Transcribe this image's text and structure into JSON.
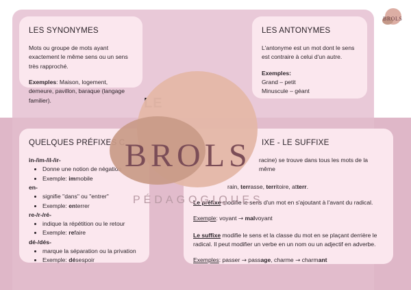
{
  "synonymes": {
    "title": "LES SYNONYMES",
    "definition": "Mots ou groupe de mots ayant exactement le même sens ou un sens très rapproché.",
    "examples_label": "Exemples",
    "examples_text": ": Maison, logement, demeure, pavillon, baraque (langage familier)."
  },
  "antonymes": {
    "title": "LES ANTONYMES",
    "definition": "L'antonyme est un mot dont le sens est contraire à celui d'un autre.",
    "examples_label": "Exemples:",
    "example_1": "Grand – petit",
    "example_2": "Minuscule – géant"
  },
  "heading_partial": "LE",
  "prefixes": {
    "title": "QUELQUES PRÉFIXES C",
    "groups": [
      {
        "prefix": "in-/im-/il-/ir-",
        "meaning": "Donne une notion de négation",
        "ex_a": "Exemple: ",
        "ex_b": "im",
        "ex_c": "mobile"
      },
      {
        "prefix": "en-",
        "meaning": "signifie \"dans\" ou \"entrer\"",
        "ex_a": "Exemple: ",
        "ex_b": "en",
        "ex_c": "terrer"
      },
      {
        "prefix": "re-/r-/ré-",
        "meaning": "indique la répétition ou le retour",
        "ex_a": "Exemple: ",
        "ex_b": "re",
        "ex_c": "faire"
      },
      {
        "prefix": "dé-/dés-",
        "meaning": "marque la séparation ou la privation",
        "ex_a": "Exemple: ",
        "ex_b": "dé",
        "ex_c": "sespoir"
      }
    ]
  },
  "root": {
    "title_visible": "IXE - LE SUFFIXE",
    "line1": "racine) se trouve dans tous les mots de la même",
    "ex_1a": "rain, ",
    "ex_1b": "terr",
    "ex_1c": "asse, ",
    "ex_1d": "terr",
    "ex_1e": "itoire, at",
    "ex_1f": "terr",
    "ex_1g": ".",
    "prefix_label": "Le préfixe",
    "prefix_text": " modifie le sens d'un mot en s'ajoutant à l'avant du radical.",
    "prefix_example_label": "Exemple",
    "prefix_example_a": ": voyant ",
    "prefix_example_arrow": "→",
    "prefix_example_b": " ",
    "prefix_example_c": "mal",
    "prefix_example_d": "voyant",
    "suffix_label": "Le suffixe",
    "suffix_text": " modifie le sens et la classe du mot en se plaçant derrière le radical. Il peut modifier un verbe en un nom ou un adjectif en adverbe.",
    "suffix_example_label": "Exemples",
    "suffix_example_a": ": passer ",
    "suffix_example_arrow1": "→",
    "suffix_example_b": " pass",
    "suffix_example_c": "age",
    "suffix_example_d": ", charme ",
    "suffix_example_arrow2": "→",
    "suffix_example_e": " charm",
    "suffix_example_f": "ant"
  },
  "watermark": {
    "main": "BROLS",
    "sub": "PÉDAGOGIQUES"
  },
  "logo": {
    "text": "BROLS"
  }
}
